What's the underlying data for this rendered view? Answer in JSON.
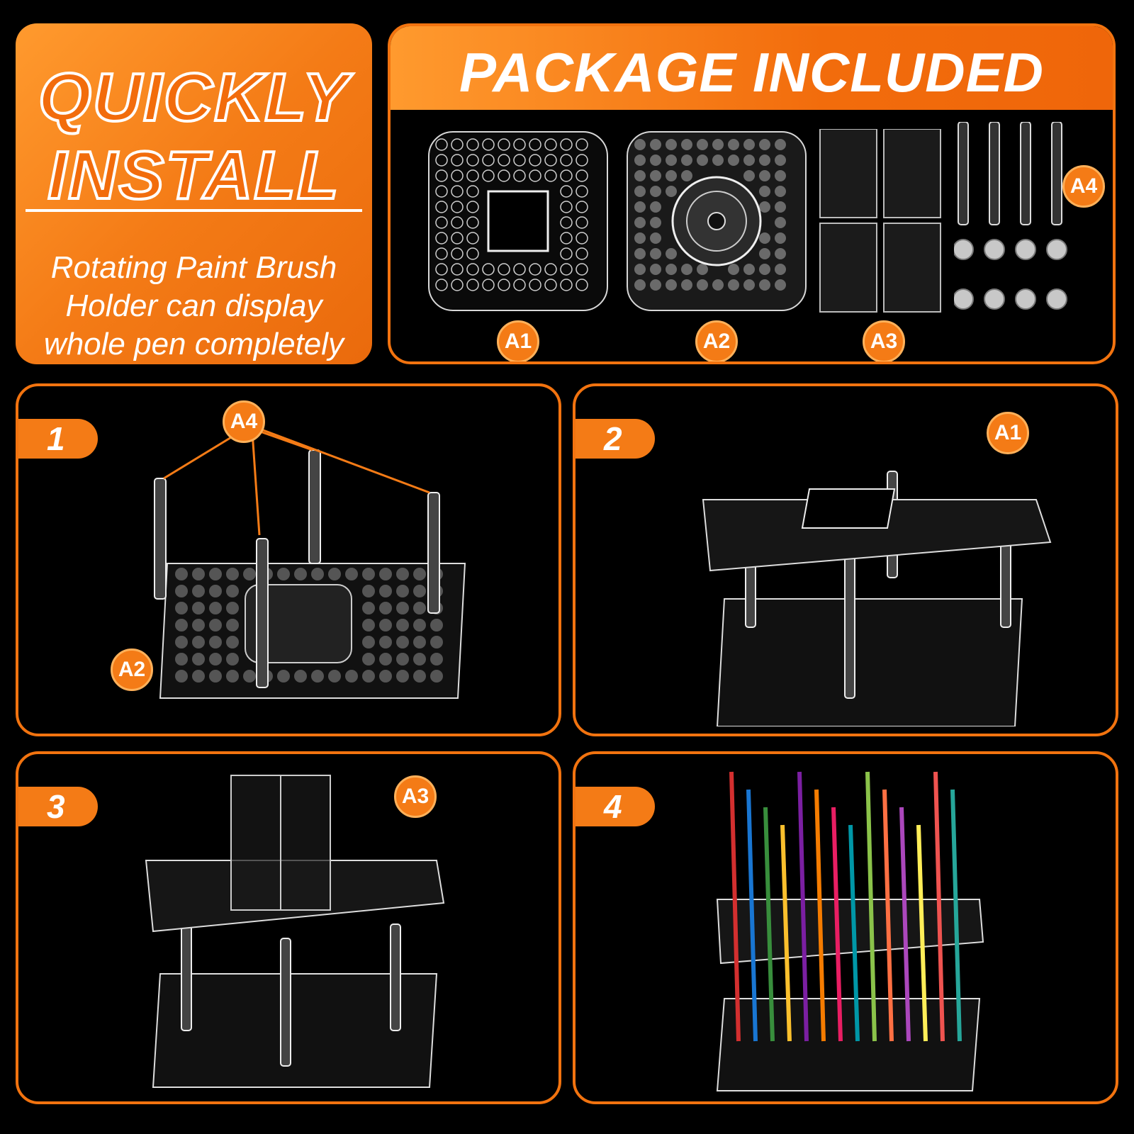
{
  "quick_install": {
    "title_line1": "QUICKLY",
    "title_line2": "INSTALL",
    "description": [
      "Rotating Paint Brush",
      "Holder can display",
      "whole pen completely"
    ]
  },
  "package": {
    "title": "PACKAGE INCLUDED",
    "parts": [
      "A1",
      "A2",
      "A3",
      "A4"
    ]
  },
  "steps": [
    {
      "number": "1",
      "labels": [
        "A4",
        "A2"
      ]
    },
    {
      "number": "2",
      "labels": [
        "A1"
      ]
    },
    {
      "number": "3",
      "labels": [
        "A3"
      ]
    },
    {
      "number": "4",
      "labels": []
    }
  ],
  "colors": {
    "accent": "#f47b16",
    "background": "#000000"
  }
}
